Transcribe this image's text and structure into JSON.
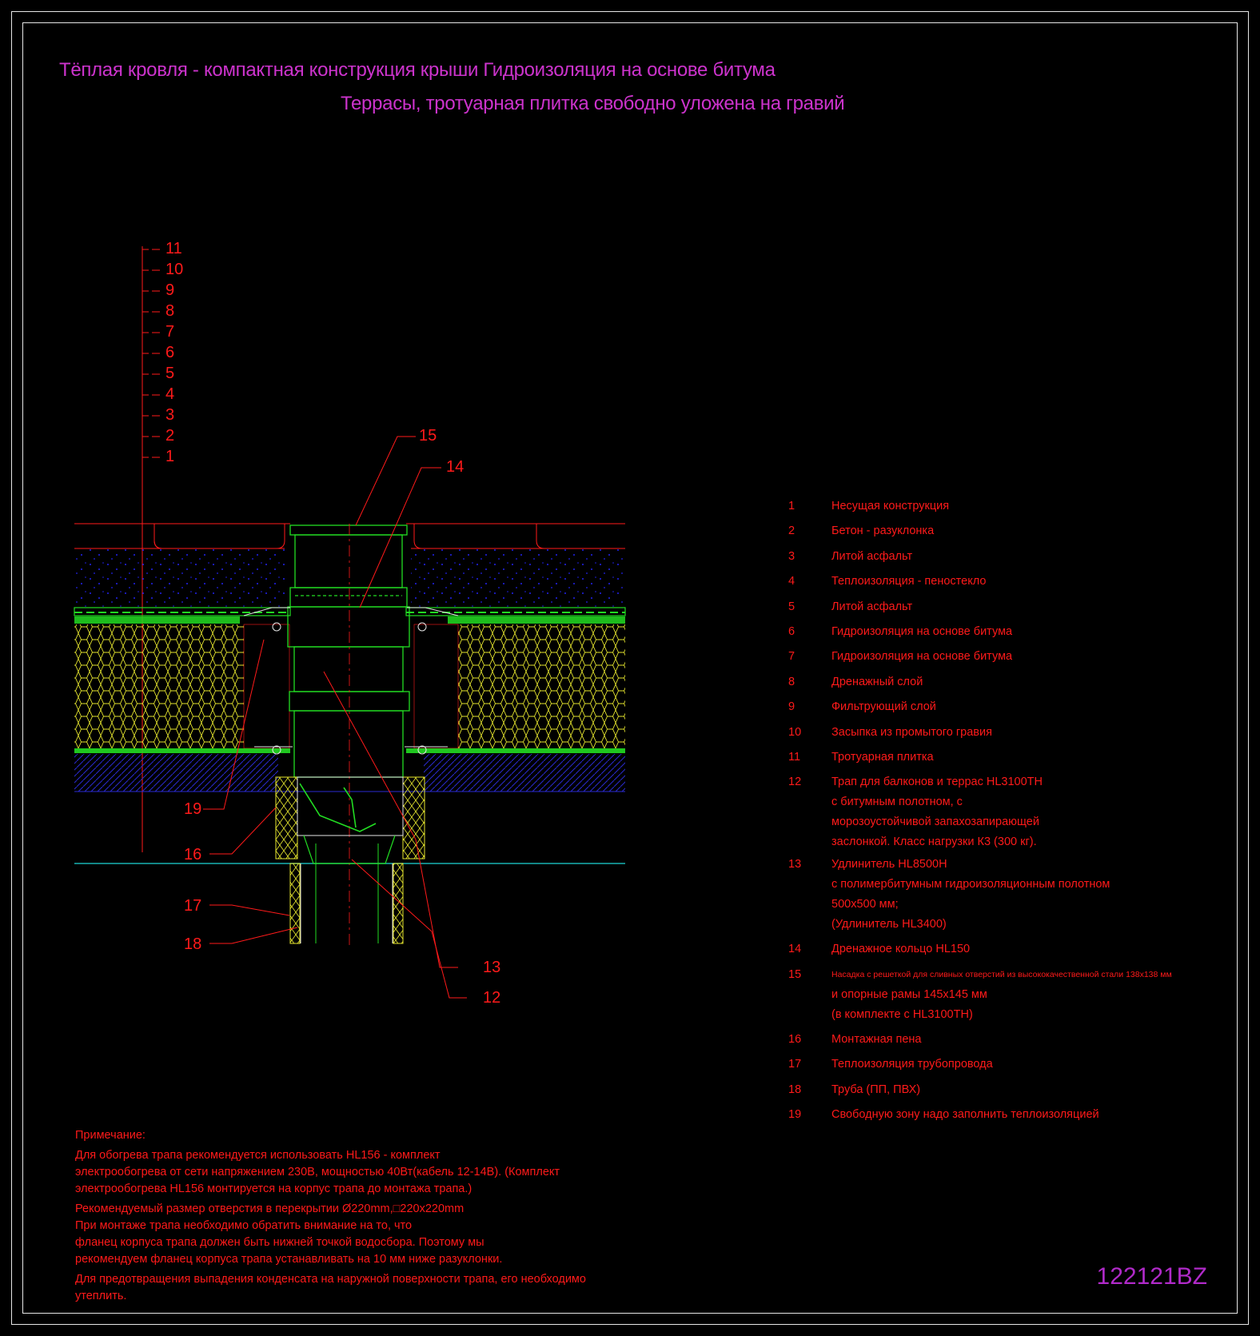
{
  "title": {
    "line1": "Тёплая кровля - компактная конструкция крыши Гидроизоляция на основе битума",
    "line2": "Террасы, тротуарная плитка свободно уложена на гравий"
  },
  "drawing_code": "122121BZ",
  "layer_scale_labels": [
    "11",
    "10",
    "9",
    "8",
    "7",
    "6",
    "5",
    "4",
    "3",
    "2",
    "1"
  ],
  "callouts": {
    "c12": "12",
    "c13": "13",
    "c14": "14",
    "c15": "15",
    "c16": "16",
    "c17": "17",
    "c18": "18",
    "c19": "19"
  },
  "legend": [
    {
      "num": "1",
      "text": "Несущая конструкция"
    },
    {
      "num": "2",
      "text": "Бетон - разуклонка"
    },
    {
      "num": "3",
      "text": "Литой асфальт"
    },
    {
      "num": "4",
      "text": "Теплоизоляция - пеностекло"
    },
    {
      "num": "5",
      "text": "Литой асфальт"
    },
    {
      "num": "6",
      "text": "Гидроизоляция на основе битума"
    },
    {
      "num": "7",
      "text": "Гидроизоляция на основе битума"
    },
    {
      "num": "8",
      "text": "Дренажный слой"
    },
    {
      "num": "9",
      "text": "Фильтрующий слой"
    },
    {
      "num": "10",
      "text": "Засыпка из промытого гравия"
    },
    {
      "num": "11",
      "text": "Тротуарная плитка"
    },
    {
      "num": "12",
      "text": "Трап для балконов и террас HL3100TH\nс битумным полотном, с\nморозоустойчивой запахозапирающей\nзаслонкой. Класс нагрузки К3 (300 кг)."
    },
    {
      "num": "13",
      "text": "Удлинитель HL8500H\n с полимербитумным гидроизоляционным полотном\n500х500 мм;\n(Удлинитель HL3400)"
    },
    {
      "num": "14",
      "text": "Дренажное кольцо HL150"
    },
    {
      "num": "15",
      "text_small": "Насадка с решеткой для сливных отверстий из высококачественной стали 138х138 мм",
      "text": "и опорные рамы 145х145 мм\n(в комплекте с HL3100TH)"
    },
    {
      "num": "16",
      "text": "Монтажная пена"
    },
    {
      "num": "17",
      "text": "Теплоизоляция трубопровода"
    },
    {
      "num": "18",
      "text": "Труба (ПП, ПВХ)"
    },
    {
      "num": "19",
      "text": "Свободную зону надо заполнить теплоизоляцией"
    }
  ],
  "notes": {
    "heading": "Примечание:",
    "p1": "Для обогрева трапа рекомендуется использовать HL156 - комплект\nэлектрообогрева от сети напряжением 230В, мощностью 40Вт(кабель 12-14В). (Комплект\nэлектрообогрева HL156 монтируется на корпус трапа до монтажа трапа.)",
    "p2": "Рекомендуемый размер отверстия в перекрытии Ø220mm,□220x220mm\nПри монтаже трапа необходимо обратить внимание на то, что\nфланец корпуса трапа должен быть нижней точкой водосбора. Поэтому мы\nрекомендуем фланец корпуса трапа устанавливать на 10 мм ниже разуклонки.",
    "p3": "Для предотвращения выпадения конденсата на наружной поверхности трапа, его необходимо утеплить."
  },
  "colors": {
    "title": "#cc33cc",
    "text": "#ff1a1a",
    "insulation": "#e6e62e",
    "membrane": "#22dd22",
    "gravel": "#2222cc",
    "concrete_hatch": "#2a2ad0",
    "structure_line": "#19b3b3"
  }
}
